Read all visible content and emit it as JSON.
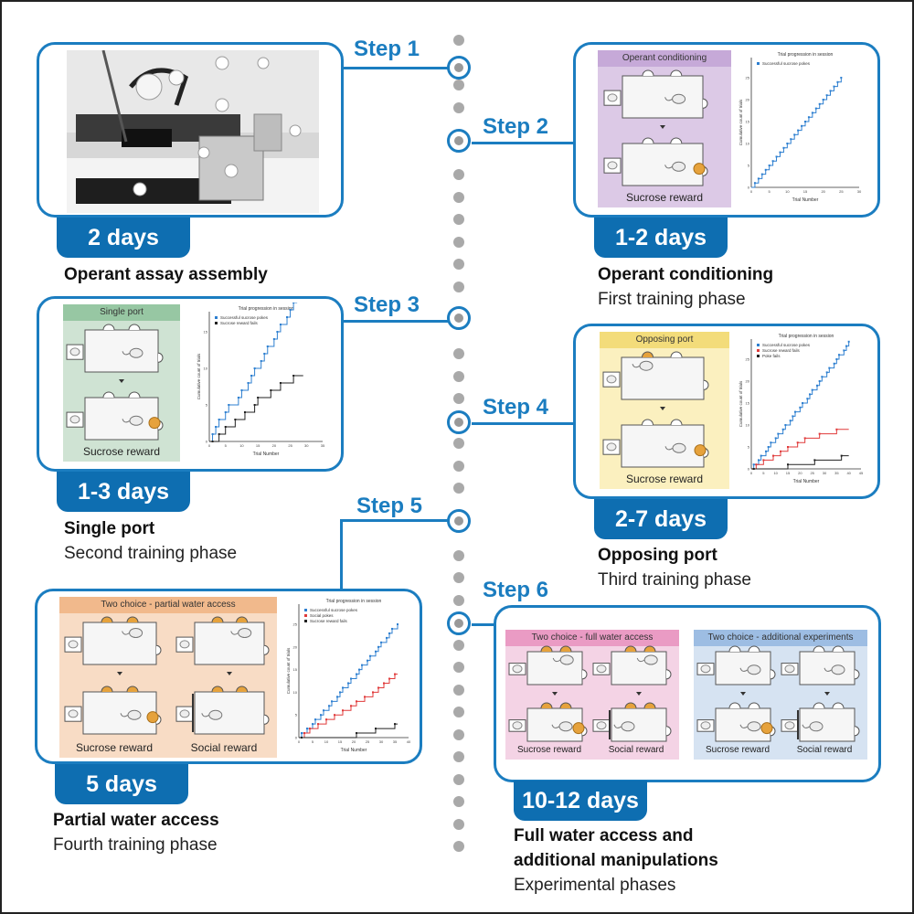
{
  "steps": [
    {
      "label": "Step 1",
      "duration": "2 days",
      "title": "Operant assay assembly",
      "subtitle": ""
    },
    {
      "label": "Step 2",
      "duration": "1-2 days",
      "title": "Operant conditioning",
      "subtitle": "First training phase",
      "panel_header": "Operant conditioning",
      "reward": "Sucrose reward",
      "chart_title": "Trial progression in session",
      "legend": [
        "Successful sucrose pokes"
      ]
    },
    {
      "label": "Step 3",
      "duration": "1-3 days",
      "title": "Single port",
      "subtitle": "Second training phase",
      "panel_header": "Single port",
      "reward": "Sucrose reward",
      "chart_title": "Trial progression in session",
      "legend": [
        "Successful sucrose pokes",
        "Sucrose reward fails"
      ]
    },
    {
      "label": "Step 4",
      "duration": "2-7 days",
      "title": "Opposing port",
      "subtitle": "Third training phase",
      "panel_header": "Opposing port",
      "reward": "Sucrose reward",
      "chart_title": "Trial progression in session",
      "legend": [
        "Successful sucrose pokes",
        "Sucrose reward fails",
        "Poke fails"
      ]
    },
    {
      "label": "Step 5",
      "duration": "5 days",
      "title": "Partial water access",
      "subtitle": "Fourth training phase",
      "panel_header": "Two choice - partial water access",
      "reward_a": "Sucrose reward",
      "reward_b": "Social reward",
      "chart_title": "Trial progression in session",
      "legend": [
        "Successful sucrose pokes",
        "Social pokes",
        "Sucrose reward fails"
      ]
    },
    {
      "label": "Step 6",
      "duration": "10-12 days",
      "title_line1": "Full water access and",
      "title_line2": "additional manipulations",
      "subtitle": "Experimental phases",
      "panel_header_a": "Two choice - full water access",
      "panel_header_b": "Two choice - additional experiments",
      "reward_a": "Sucrose reward",
      "reward_b": "Social reward",
      "reward_c": "Sucrose reward",
      "reward_d": "Social reward"
    }
  ],
  "axis": {
    "ylabel": "Cumulative count of trials",
    "xlabel": "Trial Number"
  },
  "colors": {
    "accent": "#1b7dc0",
    "tab": "#0e6eb1",
    "purple": "#dcc9e6",
    "green": "#cfe3d3",
    "yellow": "#fbf0bf",
    "peach": "#f8dcc5",
    "pink": "#f4d3e5",
    "blue": "#d6e3f2",
    "series_blue": "#2d7fd0",
    "series_red": "#e03a3a",
    "series_black": "#222222",
    "reward_orange": "#e6a23c"
  }
}
